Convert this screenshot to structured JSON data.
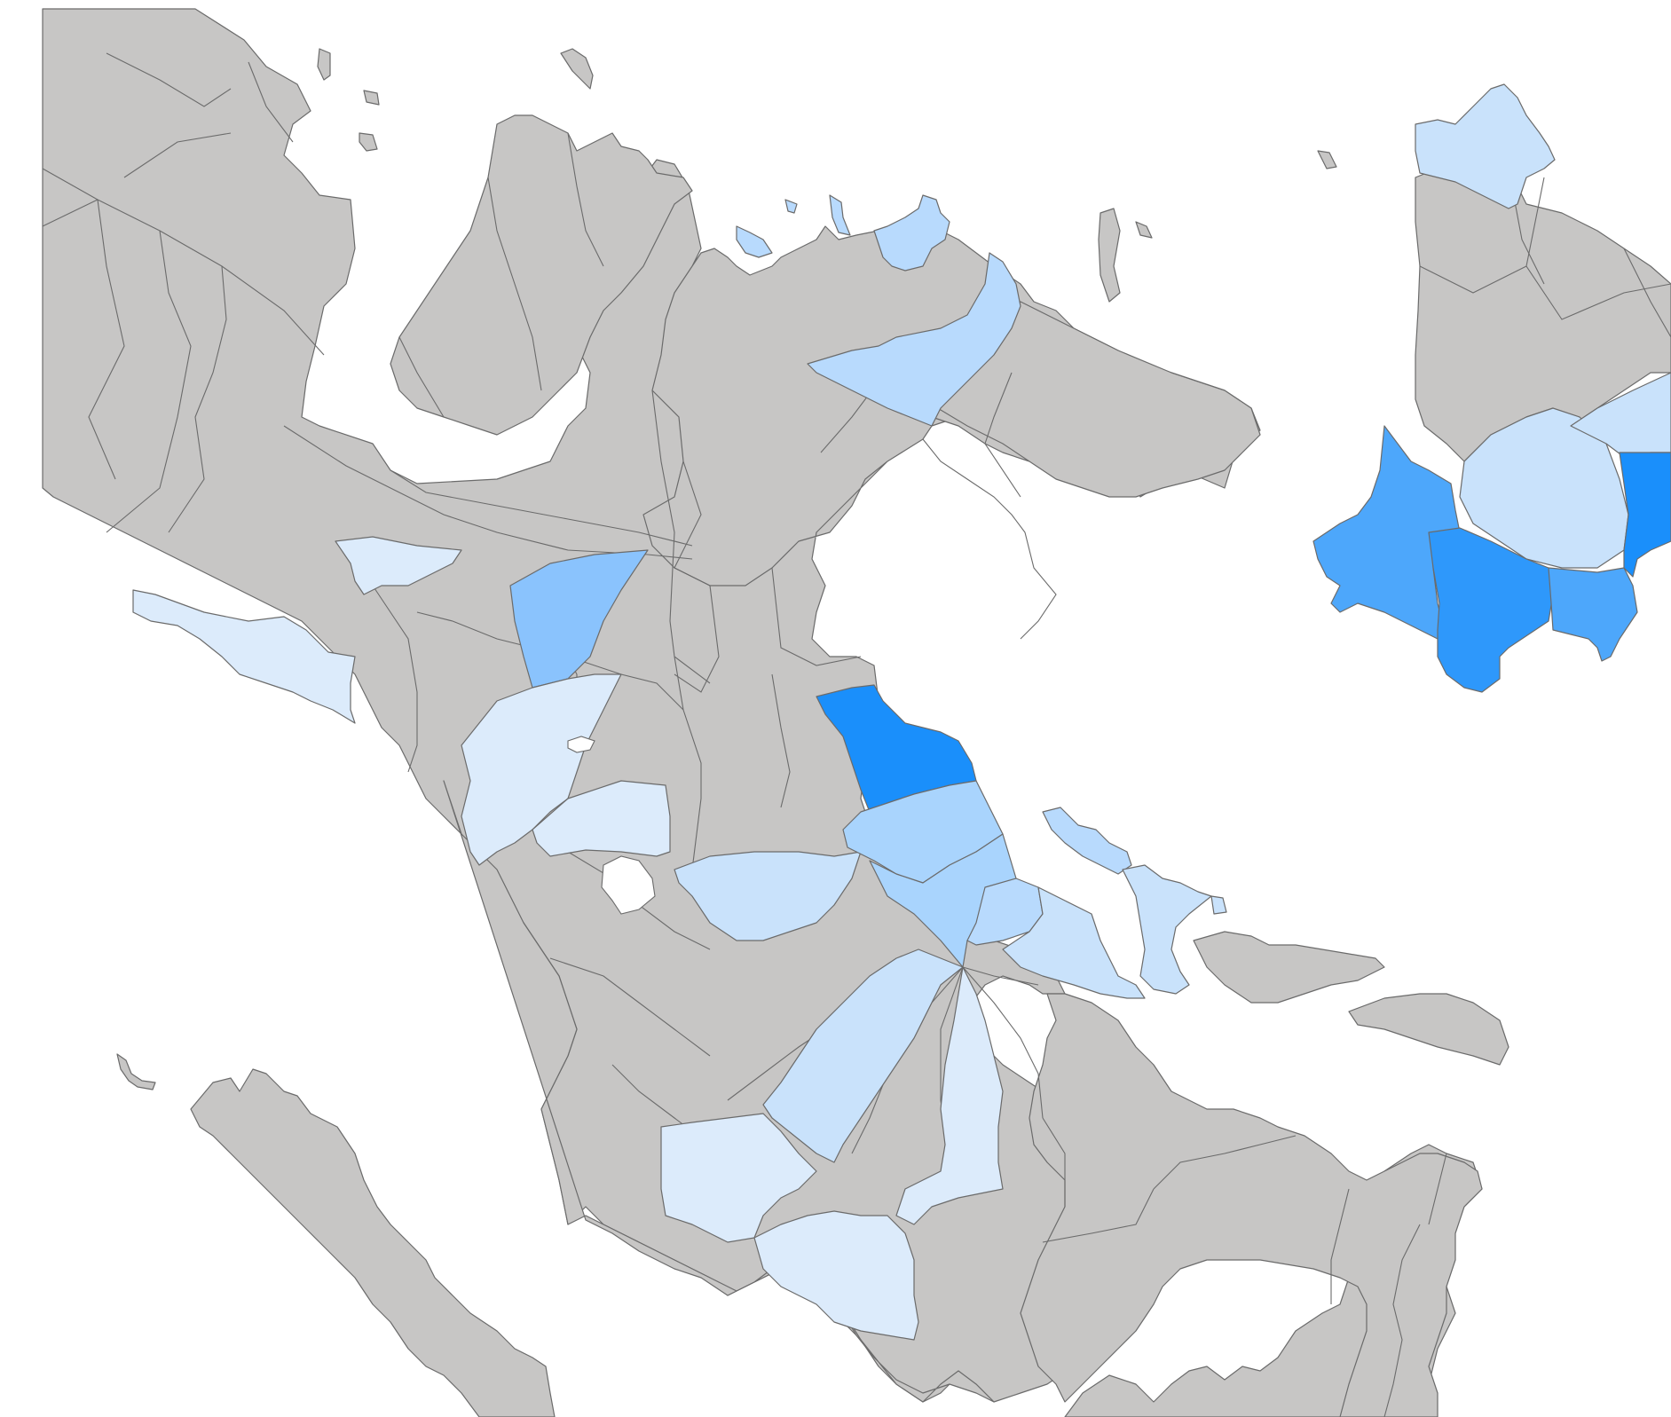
{
  "map": {
    "title": "",
    "colors": {
      "no_data": "#c7c6c5",
      "level_1": "#dcebfb",
      "level_2": "#c9e2fb",
      "level_3": "#b8dafd",
      "level_4": "#a9d4fd",
      "level_5": "#8ac3fd",
      "level_6": "#4da7fb",
      "level_7": "#2e98fb",
      "level_8": "#1a8ffb",
      "water": "#ffffff",
      "border": "#6b6b6b"
    },
    "regions": [
      {
        "id": "west-coast-strip",
        "level": 1
      },
      {
        "id": "north-central-small",
        "level": 1
      },
      {
        "id": "central-triangle",
        "level": 5
      },
      {
        "id": "central-west-south",
        "level": 1
      },
      {
        "id": "central-south-block",
        "level": 1
      },
      {
        "id": "center-south-lobe",
        "level": 2
      },
      {
        "id": "northeast-peninsula-west",
        "level": 3
      },
      {
        "id": "north-islet-group",
        "level": 3
      },
      {
        "id": "east-coast-dark",
        "level": 8
      },
      {
        "id": "east-coast-south-1",
        "level": 4
      },
      {
        "id": "east-coast-south-2",
        "level": 4
      },
      {
        "id": "east-coast-south-3",
        "level": 3
      },
      {
        "id": "east-coast-south-4",
        "level": 2
      },
      {
        "id": "east-island-long",
        "level": 3
      },
      {
        "id": "east-island-south",
        "level": 2
      },
      {
        "id": "south-fan-1",
        "level": 2
      },
      {
        "id": "south-fan-2",
        "level": 1
      },
      {
        "id": "south-coast-1",
        "level": 1
      },
      {
        "id": "south-coast-2",
        "level": 1
      },
      {
        "id": "far-east-north",
        "level": 2
      },
      {
        "id": "far-east-center",
        "level": 2
      },
      {
        "id": "far-east-right",
        "level": 2
      },
      {
        "id": "far-east-west-large",
        "level": 6
      },
      {
        "id": "far-east-south-mid",
        "level": 7
      },
      {
        "id": "far-east-south-right",
        "level": 6
      },
      {
        "id": "far-east-edge-dark",
        "level": 8
      }
    ]
  }
}
